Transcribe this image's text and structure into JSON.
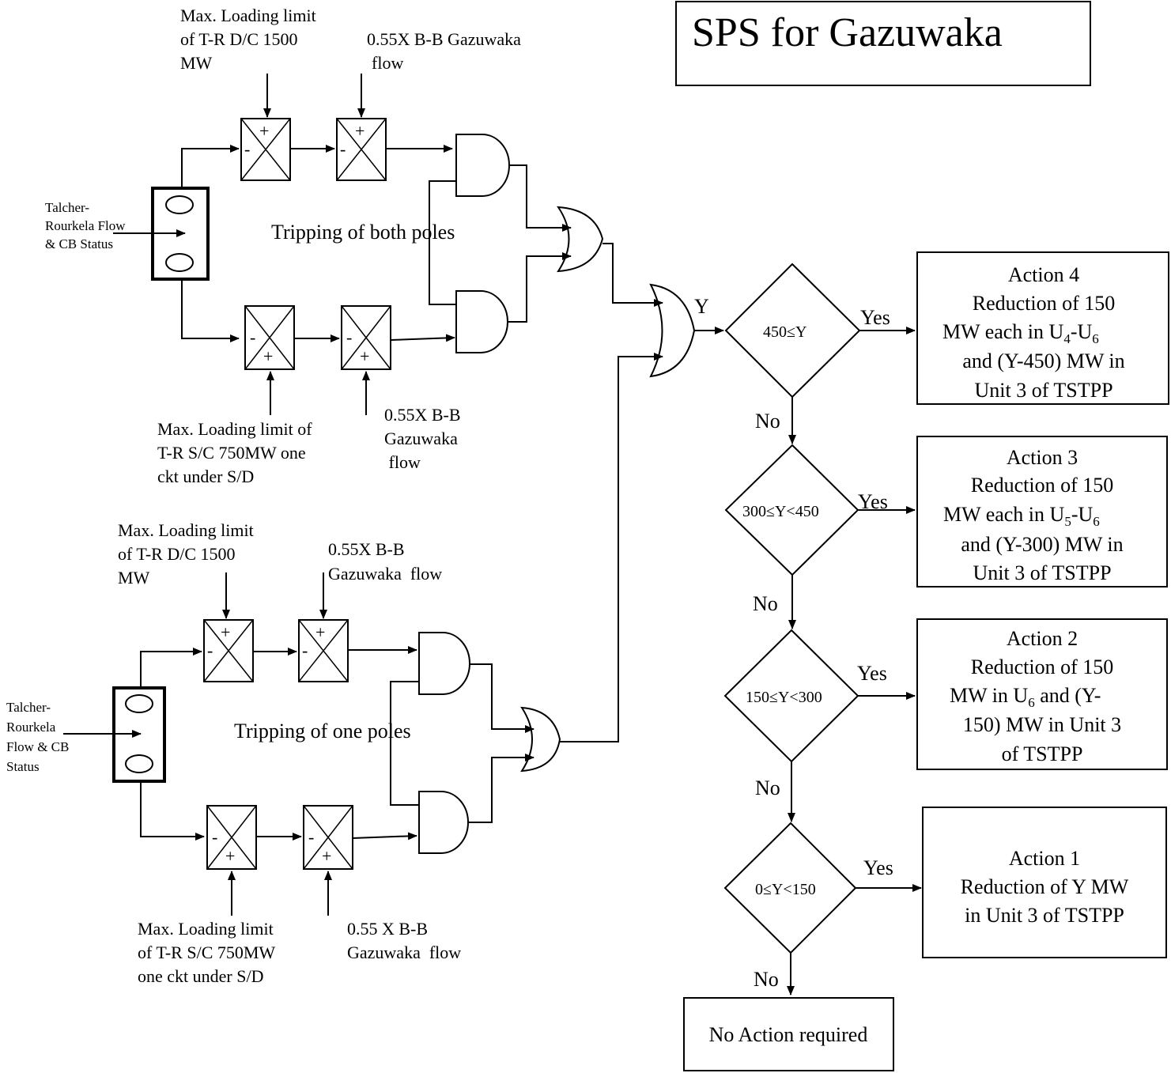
{
  "title": "SPS for Gazuwaka",
  "input_label": [
    "Talcher-",
    "Rourkela Flow",
    "& CB Status"
  ],
  "input_label_bottom": [
    "Talcher-",
    "Rourkela",
    "Flow & CB",
    "Status"
  ],
  "top_group": {
    "upper_limit_label": [
      "Max. Loading limit",
      "of T-R D/C 1500",
      "MW"
    ],
    "upper_flow_label": [
      "0.55X B-B Gazuwaka",
      "flow"
    ],
    "lower_limit_label": [
      "Max. Loading limit of",
      "T-R S/C 750MW one",
      "ckt under S/D"
    ],
    "lower_flow_label": [
      "0.55X B-B",
      "Gazuwaka",
      " flow"
    ],
    "caption": "Tripping of both poles"
  },
  "bottom_group": {
    "upper_limit_label": [
      "Max. Loading limit",
      "of T-R D/C 1500",
      "MW"
    ],
    "upper_flow_label": [
      "0.55X B-B",
      "Gazuwaka  flow"
    ],
    "lower_limit_label": [
      "Max. Loading limit",
      "of T-R S/C 750MW",
      "one ckt under S/D"
    ],
    "lower_flow_label": [
      "0.55 X B-B",
      "Gazuwaka  flow"
    ],
    "caption": "Tripping of one poles"
  },
  "signs": {
    "plus": "+",
    "minus": "-"
  },
  "y_label": "Y",
  "decisions": [
    {
      "condition": "450≤Y",
      "yes": "Yes",
      "no": "No"
    },
    {
      "condition": "300≤Y<450",
      "yes": "Yes",
      "no": "No"
    },
    {
      "condition": "150≤Y<300",
      "yes": "Yes",
      "no": "No"
    },
    {
      "condition": "0≤Y<150",
      "yes": "Yes",
      "no": "No"
    }
  ],
  "actions": [
    {
      "lines": [
        "Action 4",
        "Reduction of 150",
        "MW each in U",
        "and (Y-450) MW in",
        "Unit 3 of TSTPP"
      ],
      "sub": [
        "4",
        "-U",
        "6"
      ]
    },
    {
      "lines": [
        "Action 3",
        "Reduction of 150",
        "MW each in U",
        "and (Y-300) MW in",
        "Unit 3 of TSTPP"
      ],
      "sub": [
        "5",
        "-U",
        "6"
      ]
    },
    {
      "lines": [
        "Action 2",
        "Reduction of 150",
        "MW in U",
        " and (Y-",
        "150) MW in Unit 3",
        "of TSTPP"
      ],
      "sub": [
        "6"
      ]
    },
    {
      "lines": [
        "Action 1",
        "Reduction of Y MW",
        "in Unit 3 of TSTPP"
      ]
    }
  ],
  "no_action": "No Action required"
}
